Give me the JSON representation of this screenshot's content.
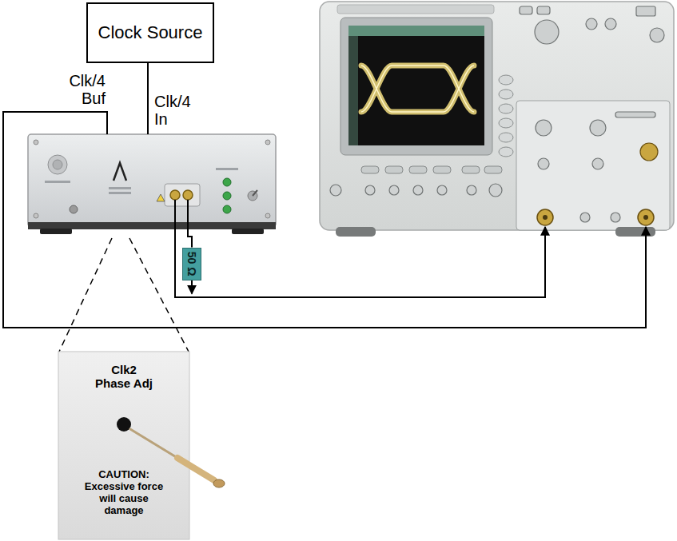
{
  "diagram": {
    "nodes": [
      {
        "text": [
          "Clock Source"
        ]
      },
      {
        "text": [
          "50 Ω"
        ]
      },
      {
        "text": [
          "Clk2 Phase Adj",
          "CAUTION: Excessive force will cause damage"
        ]
      }
    ],
    "labels": [
      "Clk/4 Buf",
      "Clk/4 In"
    ]
  }
}
